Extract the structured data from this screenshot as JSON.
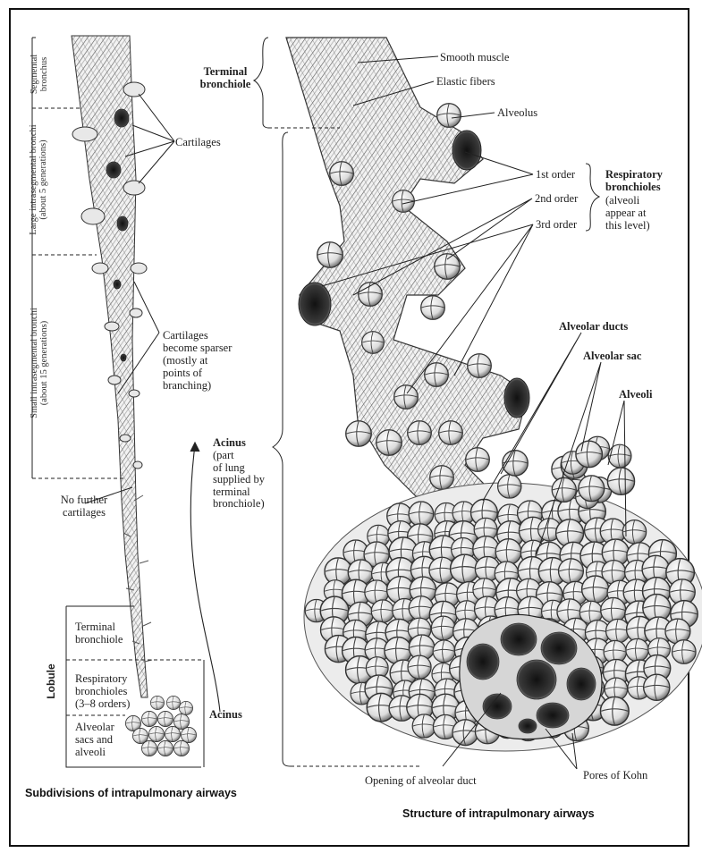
{
  "left_figure": {
    "caption": "Subdivisions of intrapulmonary airways",
    "side_segments": [
      {
        "text": "Segmental\nbronchus"
      },
      {
        "text": "Large intrasegmental bronchi\n(about 5 generations)"
      },
      {
        "text": "Small intrasegmental bronchi\n(about 15 generations)"
      }
    ],
    "callouts": {
      "cartilages": "Cartilages",
      "cartilages_sparser": "Cartilages\nbecome sparser\n(mostly at\npoints of\nbranching)",
      "no_further": "No further\ncartilages",
      "acinus_def_title": "Acinus",
      "acinus_def_text": "(part\nof lung\nsupplied by\nterminal\nbronchiole)"
    },
    "lobule_box": {
      "lobule_label": "Lobule",
      "terminal_bronchiole": "Terminal\nbronchiole",
      "respiratory_bronchioles": "Respiratory\nbronchioles\n(3–8 orders)",
      "alveolar_sacs": "Alveolar\nsacs and\nalveoli",
      "acinus_label": "Acinus"
    }
  },
  "right_figure": {
    "caption": "Structure of intrapulmonary airways",
    "terminal_bronchiole": "Terminal\nbronchiole",
    "smooth_muscle": "Smooth muscle",
    "elastic_fibers": "Elastic fibers",
    "alveolus": "Alveolus",
    "orders": [
      "1st order",
      "2nd order",
      "3rd order"
    ],
    "respiratory_title": "Respiratory\nbronchioles",
    "respiratory_note": "(alveoli\nappear at\nthis level)",
    "alveolar_ducts": "Alveolar ducts",
    "alveolar_sac": "Alveolar sac",
    "alveoli": "Alveoli",
    "pores_of_kohn": "Pores of Kohn",
    "opening_alveolar_duct": "Opening of alveolar duct"
  }
}
